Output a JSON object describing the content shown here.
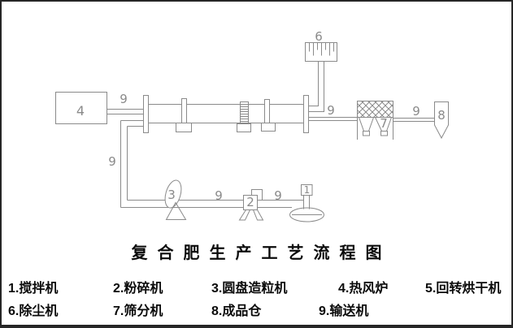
{
  "page": {
    "background": "#ffffff",
    "border_color": "#262626"
  },
  "diagram": {
    "stroke": "#8a8a8a",
    "label_color": "#8a8a8a",
    "equipment_labels": {
      "mixer": "1",
      "crusher": "2",
      "granulator": "3",
      "furnace": "4",
      "dust_collector": "6",
      "screener": "7",
      "bin": "8"
    },
    "conveyor_label": "9"
  },
  "title": "复合肥生产工艺流程图",
  "legend": {
    "row1": [
      "1.搅拌机",
      "2.粉碎机",
      "3.圆盘造粒机",
      "4.热风炉",
      "5.回转烘干机"
    ],
    "row2": [
      "6.除尘机",
      "7.筛分机",
      "8.成品仓",
      "9.输送机"
    ]
  }
}
